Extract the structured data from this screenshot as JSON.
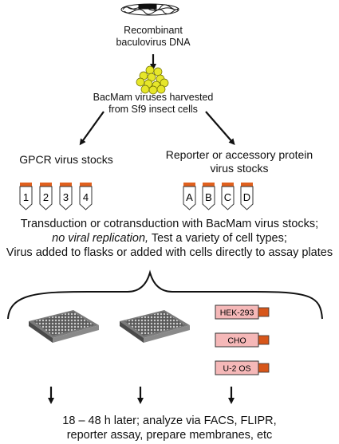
{
  "dna": {
    "label_line1": "Recombinant",
    "label_line2": "baculovirus DNA"
  },
  "harvest": {
    "line1": "BacMam viruses harvested",
    "line2": "from Sf9 insect cells"
  },
  "gpcr": {
    "title": "GPCR virus stocks",
    "tubes": [
      "1",
      "2",
      "3",
      "4"
    ]
  },
  "reporter": {
    "title_line1": "Reporter or accessory protein",
    "title_line2": "virus stocks",
    "tubes": [
      "A",
      "B",
      "C",
      "D"
    ]
  },
  "transduction": {
    "line1": "Transduction or cotransduction with BacMam virus stocks;",
    "line2_italic": "no viral replication,",
    "line2_rest": " Test a variety of cell types;",
    "line3": "Virus added to flasks or added with cells directly to assay plates"
  },
  "cell_lines": [
    "HEK-293",
    "CHO",
    "U-2 OS"
  ],
  "result": {
    "line1": "18 – 48 h later; analyze via FACS, FLIPR,",
    "line2": "reporter assay, prepare membranes, etc"
  },
  "colors": {
    "cap": "#e0601e",
    "flask": "#f5b8b8",
    "flask_cap": "#d7561a",
    "virus": "#e6e62a",
    "plate": "#9a9a9a"
  }
}
